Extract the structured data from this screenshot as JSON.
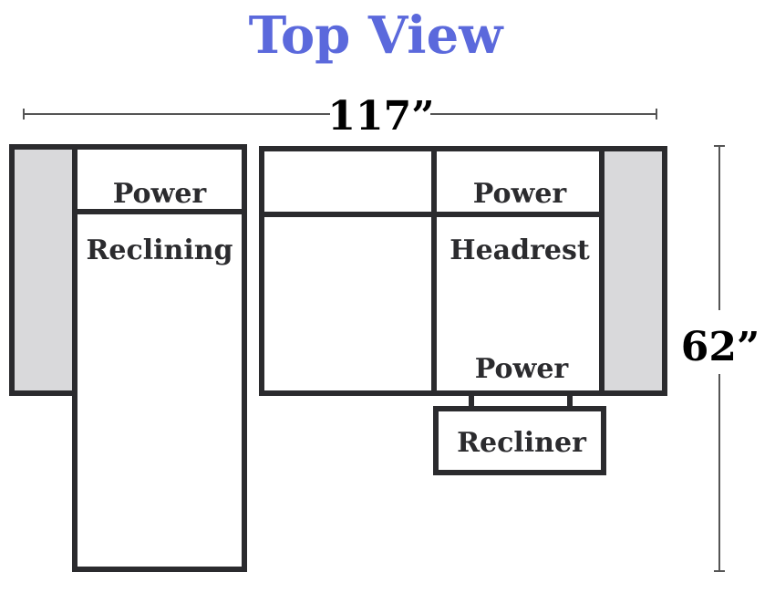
{
  "title": "Top View",
  "width_dimension": "117”",
  "height_dimension": "62”",
  "labels": {
    "chaise_power": "Power",
    "chaise_reclining": "Reclining",
    "headrest_power": "Power",
    "headrest": "Headrest",
    "recliner_power": "Power",
    "recliner": "Recliner"
  },
  "colors": {
    "title": "#5b69dc",
    "outline": "#2b2b2e",
    "arm_fill": "#d9d9db",
    "seat_fill": "#ffffff",
    "text": "#2b2b2e",
    "dim_text": "#000000",
    "dim_line": "#555555"
  }
}
